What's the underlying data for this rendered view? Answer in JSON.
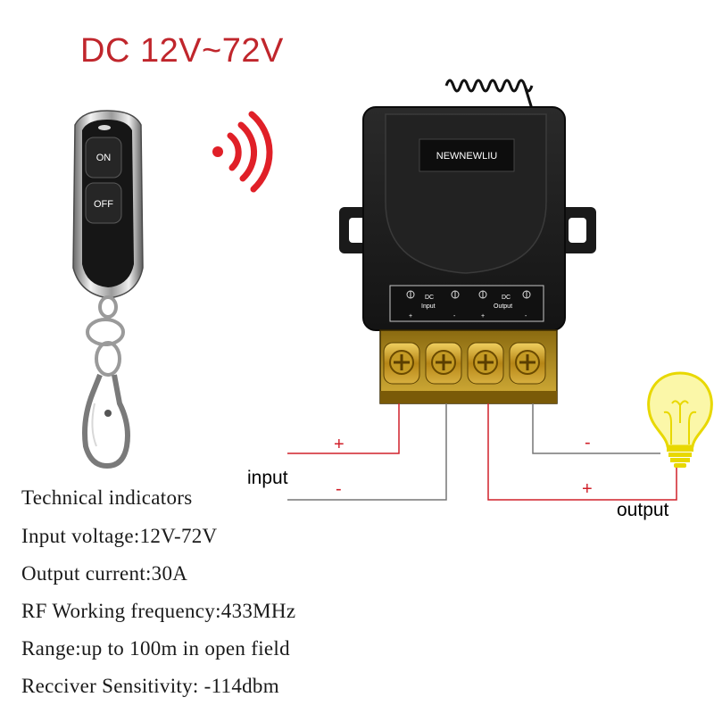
{
  "headline": "DC 12V~72V",
  "remote": {
    "on_label": "ON",
    "off_label": "OFF"
  },
  "receiver": {
    "brand": "NEWNEWLIU",
    "terminal_input_prefix": "DC",
    "terminal_input": "Input",
    "terminal_output_prefix": "DC",
    "terminal_output": "Output",
    "plus": "+",
    "minus": "-"
  },
  "wiring": {
    "input_label": "input",
    "output_label": "output",
    "input_plus": "+",
    "input_minus": "-",
    "output_plus": "+",
    "output_minus": "-"
  },
  "specs": {
    "title": "Technical indicators",
    "lines": [
      "Input voltage:12V-72V",
      "Output current:30A",
      "RF Working frequency:433MHz",
      "Range:up to 100m in open field",
      "Reccive​r Sensitivity: -114dbm"
    ]
  },
  "colors": {
    "headline": "#c0262c",
    "wire_red": "#d0202a",
    "wire_grey": "#777777",
    "bulb": "#f2e600",
    "housing": "#1d1d1d",
    "terminal_block": "#c9a222"
  }
}
